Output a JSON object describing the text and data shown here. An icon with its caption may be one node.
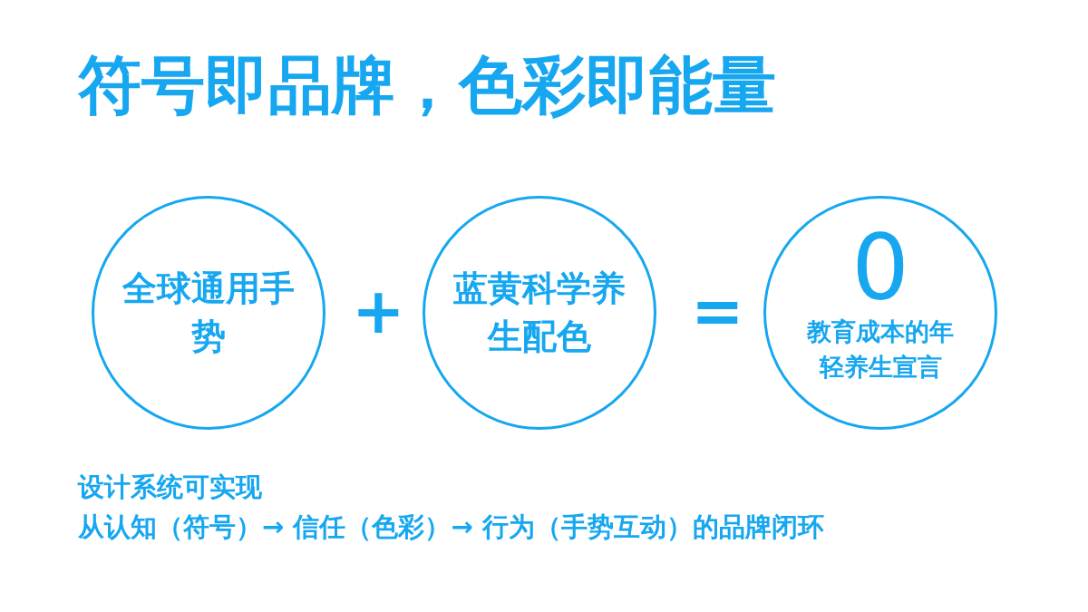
{
  "diagram": {
    "title": "符号即品牌，色彩即能量",
    "nodes": [
      {
        "text": [
          "全球通用手势"
        ]
      },
      {
        "text": [
          "蓝黄科学养生配色"
        ]
      },
      {
        "text": [
          "0",
          "教育成本的年轻养生宣言"
        ]
      }
    ],
    "labels": [
      "+",
      "=",
      "设计系统可实现",
      "从认知（符号）→ 信任（色彩）→ 行为（手势互动）的品牌闭环"
    ]
  }
}
